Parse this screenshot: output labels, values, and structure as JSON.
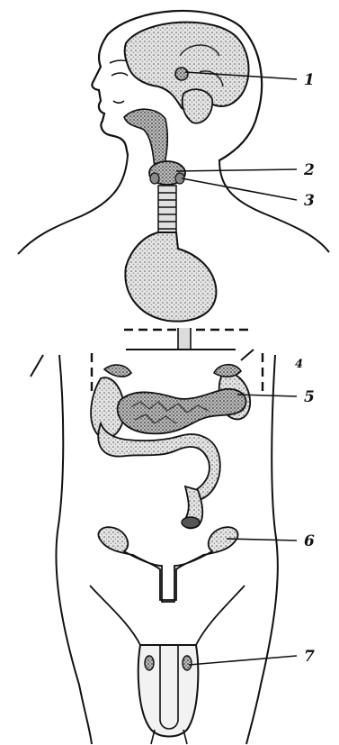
{
  "callouts": [
    {
      "id": "1",
      "label": "1"
    },
    {
      "id": "2",
      "label": "2"
    },
    {
      "id": "3",
      "label": "3"
    },
    {
      "id": "4",
      "label": "4"
    },
    {
      "id": "5",
      "label": "5"
    },
    {
      "id": "6",
      "label": "6"
    },
    {
      "id": "7",
      "label": "7"
    }
  ],
  "style": {
    "ink": "#111111",
    "organ_fill": "#cfcfcf",
    "background": "#ffffff"
  }
}
